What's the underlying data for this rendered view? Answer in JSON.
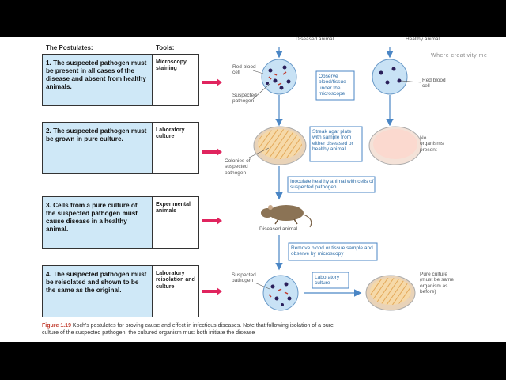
{
  "headers": {
    "postulates": "The Postulates:",
    "tools": "Tools:"
  },
  "postulates": [
    {
      "text": "1. The suspected pathogen must be present in all cases of the disease and absent from healthy animals.",
      "tool": "Microscopy, staining"
    },
    {
      "text": "2. The suspected pathogen must be grown in pure culture.",
      "tool": "Laboratory culture"
    },
    {
      "text": "3. Cells from a pure culture of the suspected pathogen must cause disease in a healthy animal.",
      "tool": "Experimental animals"
    },
    {
      "text": "4. The suspected pathogen must be reisolated and shown to be the same as the original.",
      "tool": "Laboratory reisolation and culture"
    }
  ],
  "top_cut": {
    "left": "Diseased animal",
    "right": "Healthy animal"
  },
  "labels": {
    "red_blood_cell_left": "Red blood cell",
    "suspected_pathogen_1": "Suspected pathogen",
    "red_blood_cell_right": "Red blood cell",
    "observe_box": "Observe blood/tissue under the microscope",
    "colonies": "Colonies of suspected pathogen",
    "streak_box": "Streak agar plate with sample from either diseased or healthy animal",
    "no_organisms": "No organisms present",
    "inoculate_box": "Inoculate healthy animal with cells of suspected pathogen",
    "diseased_animal": "Diseased animal",
    "remove_box": "Remove blood or tissue sample and observe by microscopy",
    "suspected_pathogen_2": "Suspected pathogen",
    "lab_culture_box": "Laboratory culture",
    "pure_culture": "Pure culture (must be same organism as before)"
  },
  "caption": {
    "fig": "Figure 1.19",
    "text": "Koch's postulates for proving cause and effect in infectious diseases. Note that following isolation of a pure culture of the suspected pathogen, the cultured organism must both initiate the disease"
  },
  "logo_text": "Where creativity me",
  "colors": {
    "box_blue": "#cfe8f7",
    "arrow_red": "#e0245e",
    "flow_blue": "#4a86c5"
  }
}
